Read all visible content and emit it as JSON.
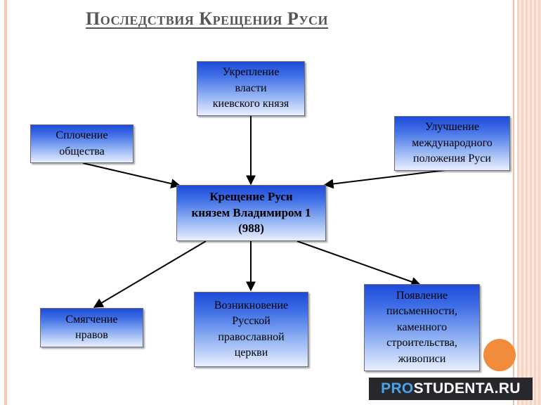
{
  "title": "Последствия Крещения Руси",
  "nodes": {
    "center": "Крещение Руси\nкнязем Владимиром 1\n(988)",
    "top": "Укрепление\nвласти\nкиевского князя",
    "left_top": "Сплочение\nобщества",
    "right_top": "Улучшение\nмеждународного\nположения Руси",
    "bottom_left": "Смягчение\nнравов",
    "bottom_center": "Возникновение\nРусской\nправославной\nцеркви",
    "bottom_right": "Появление\nписьменности,\nкаменного\nстроительства,\nживописи"
  },
  "watermark": {
    "prefix": "PRO",
    "rest": "STUDENTA.RU"
  },
  "colors": {
    "box_top": "#1e4bd8",
    "box_bottom": "#e9efff",
    "accent_circle": "#f08c3c",
    "watermark_bg": "#27282c",
    "watermark_prefix": "#4aa3e8"
  }
}
